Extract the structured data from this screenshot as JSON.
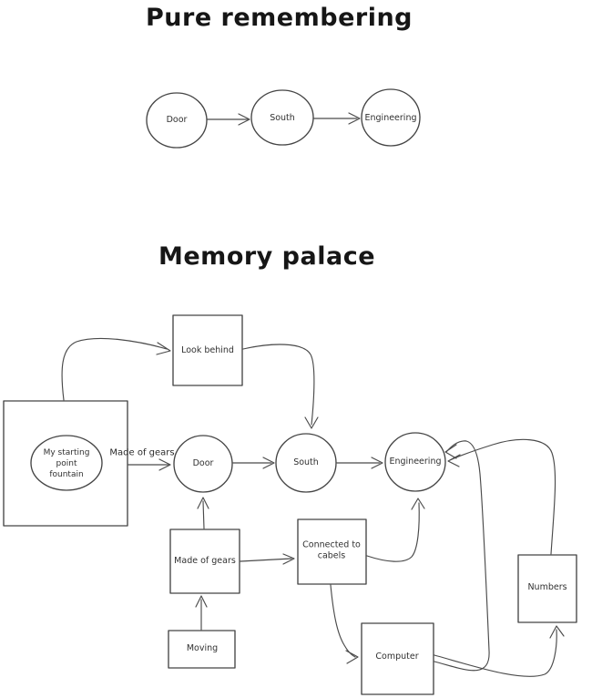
{
  "titles": {
    "pure": "Pure remembering",
    "palace": "Memory palace"
  },
  "pure": {
    "door": "Door",
    "south": "South",
    "engineering": "Engineering"
  },
  "palace": {
    "fountain_line1": "My starting",
    "fountain_line2": "point",
    "fountain_line3": "fountain",
    "look_behind": "Look behind",
    "door": "Door",
    "south": "South",
    "engineering": "Engineering",
    "made_of_gears_box": "Made of gears",
    "made_of_gears_edge_label": "Made of gears",
    "connected_line1": "Connected to",
    "connected_line2": "cabels",
    "moving": "Moving",
    "computer": "Computer",
    "numbers": "Numbers"
  },
  "edges": {
    "pure": [
      {
        "from": "Door",
        "to": "South"
      },
      {
        "from": "South",
        "to": "Engineering"
      }
    ],
    "palace": [
      {
        "from": "My starting point fountain",
        "to": "Look behind"
      },
      {
        "from": "Look behind",
        "to": "South"
      },
      {
        "from": "My starting point fountain",
        "to": "Door",
        "label": "Made of gears"
      },
      {
        "from": "Door",
        "to": "South"
      },
      {
        "from": "South",
        "to": "Engineering"
      },
      {
        "from": "Made of gears",
        "to": "Door"
      },
      {
        "from": "Moving",
        "to": "Made of gears"
      },
      {
        "from": "Made of gears",
        "to": "Connected to cabels"
      },
      {
        "from": "Connected to cabels",
        "to": "Computer"
      },
      {
        "from": "Connected to cabels",
        "to": "Engineering"
      },
      {
        "from": "Computer",
        "to": "Numbers"
      },
      {
        "from": "Computer",
        "to": "Engineering"
      },
      {
        "from": "Numbers",
        "to": "Engineering"
      }
    ]
  },
  "colors": {
    "background": "#ffffff",
    "stroke": "#454545",
    "text": "#2e2e2e"
  }
}
